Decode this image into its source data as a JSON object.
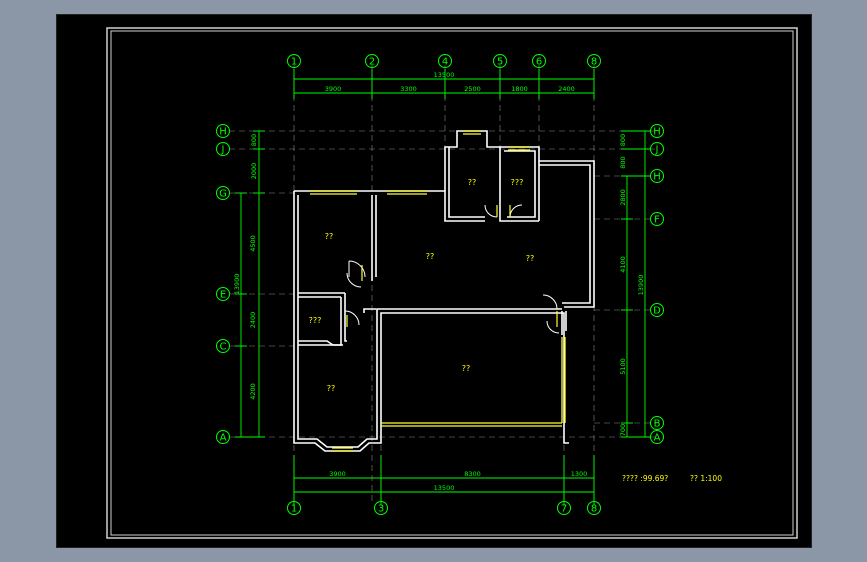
{
  "drawing": {
    "footer_note": "???? :99.69?",
    "scale_note": "?? 1:100",
    "colors": {
      "background": "#000000",
      "frame": "#ffffff",
      "dimension": "#00ff00",
      "wall": "#ffffff",
      "window": "#ffff33",
      "label": "#ffff00"
    },
    "axes_top": [
      "1",
      "2",
      "4",
      "5",
      "6",
      "8"
    ],
    "axes_bottom": [
      "1",
      "3",
      "7",
      "8"
    ],
    "axes_left": [
      "H",
      "J",
      "G",
      "E",
      "C",
      "A"
    ],
    "axes_right": [
      "H",
      "J",
      "H",
      "F",
      "D",
      "B",
      "A"
    ],
    "dims_top": {
      "total": "13500",
      "segments": [
        "3900",
        "3300",
        "2500",
        "1800",
        "2400"
      ]
    },
    "dims_bottom": {
      "total": "13500",
      "segments": [
        "3900",
        "8300",
        "1300"
      ]
    },
    "dims_left": {
      "outer": [
        "4500",
        "2400",
        "4200"
      ],
      "inner": [
        "800",
        "2000",
        "13900"
      ]
    },
    "dims_right": {
      "outer": [
        "2800",
        "4100",
        "5100",
        "700"
      ],
      "inner": [
        "800",
        "800"
      ],
      "total": "13900"
    },
    "rooms": [
      {
        "label": "??"
      },
      {
        "label": "???"
      },
      {
        "label": "??"
      },
      {
        "label": "??"
      },
      {
        "label": "??"
      },
      {
        "label": "???"
      },
      {
        "label": "??"
      },
      {
        "label": "??"
      }
    ]
  }
}
